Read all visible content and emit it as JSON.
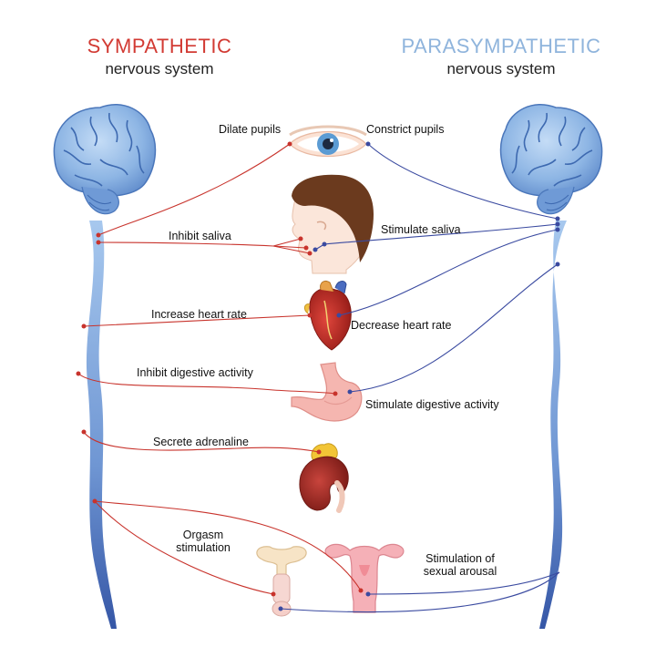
{
  "sympathetic": {
    "title": "SYMPATHETIC",
    "subtitle": "nervous system",
    "color": "#d23a33"
  },
  "parasympathetic": {
    "title": "PARASYMPATHETIC",
    "subtitle": "nervous system",
    "color": "#8fb4dc"
  },
  "labels": {
    "dilate_pupils": "Dilate pupils",
    "constrict_pupils": "Constrict pupils",
    "inhibit_saliva": "Inhibit saliva",
    "stimulate_saliva": "Stimulate saliva",
    "increase_heart_rate": "Increase heart rate",
    "decrease_heart_rate": "Decrease heart rate",
    "inhibit_digestive": "Inhibit digestive activity",
    "stimulate_digestive": "Stimulate digestive activity",
    "secrete_adrenaline": "Secrete adrenaline",
    "orgasm_line1": "Orgasm",
    "orgasm_line2": "stimulation",
    "arousal_line1": "Stimulation of",
    "arousal_line2": "sexual arousal"
  },
  "colors": {
    "brain": "#7fa9dc",
    "spine_top": "#9cc0ea",
    "spine_bottom": "#3b5fae",
    "sym_nerve": "#c8332c",
    "para_nerve": "#3a4aa0"
  },
  "icons": [
    "brain-icon",
    "eye-icon",
    "head-icon",
    "heart-icon",
    "stomach-icon",
    "kidney-icon",
    "male-reproductive-icon",
    "uterus-icon"
  ]
}
